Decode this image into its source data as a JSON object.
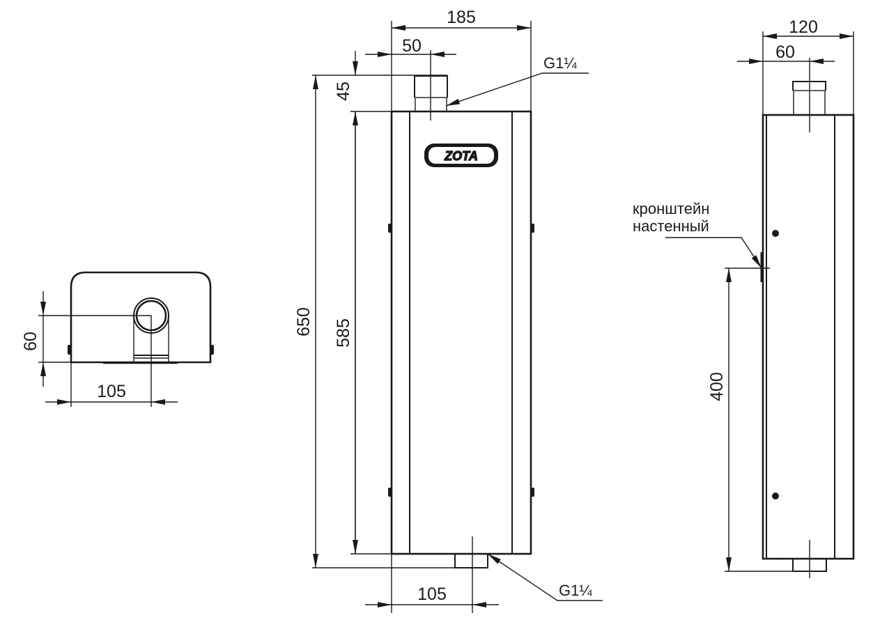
{
  "drawing": {
    "bottom_view": {
      "dim_height": "60",
      "dim_width": "105"
    },
    "front_view": {
      "dim_overall_width": "185",
      "dim_pipe_offset": "50",
      "dim_pipe_height": "45",
      "dim_total_height": "650",
      "dim_body_height": "585",
      "dim_bottom_pipe_offset": "105",
      "top_thread_label": "G1¼",
      "bottom_thread_label": "G1¼",
      "logo_text": "ZOTA"
    },
    "side_view": {
      "dim_depth": "120",
      "dim_pipe_offset": "60",
      "dim_bracket_height": "400",
      "bracket_label_line1": "кронштейн",
      "bracket_label_line2": "настенный"
    }
  }
}
